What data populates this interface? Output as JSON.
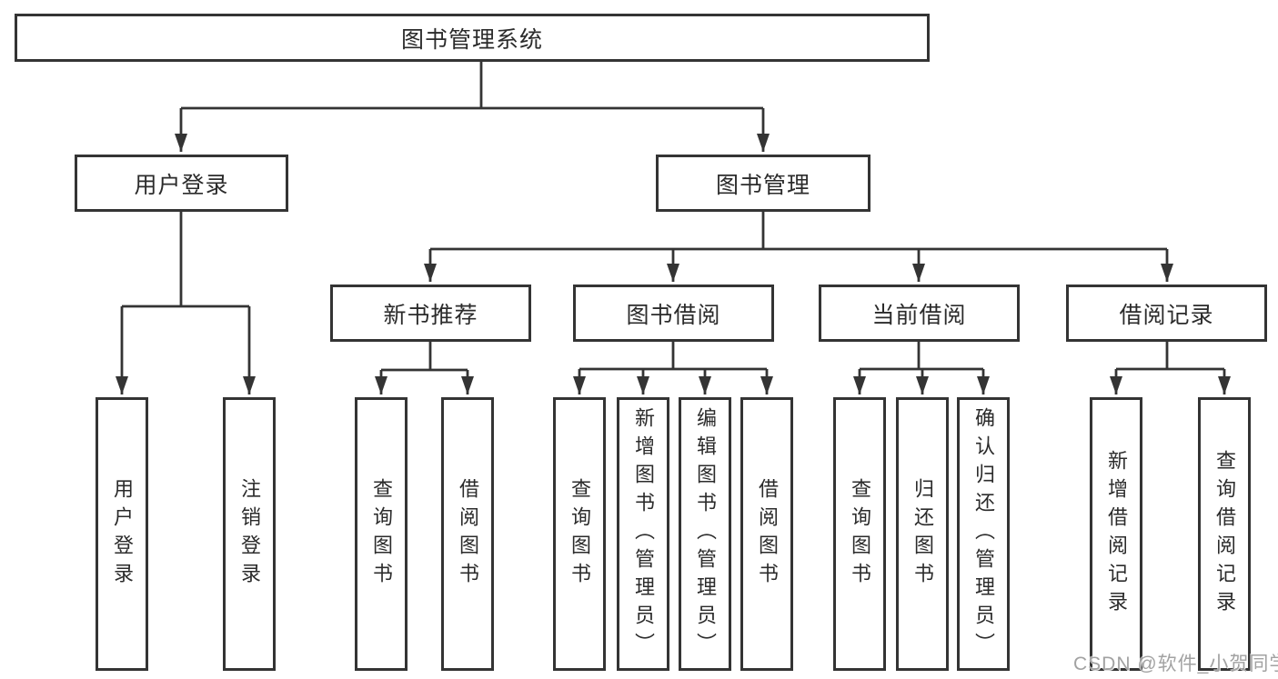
{
  "title_node": "图书管理系统",
  "level2": [
    {
      "label": "用户登录",
      "children": [
        {
          "label": "用户登录"
        },
        {
          "label": "注销登录"
        }
      ]
    },
    {
      "label": "图书管理",
      "children": [
        {
          "label": "新书推荐",
          "children": [
            {
              "label": "查询图书"
            },
            {
              "label": "借阅图书"
            }
          ]
        },
        {
          "label": "图书借阅",
          "children": [
            {
              "label": "查询图书"
            },
            {
              "label": "新增图书（管理员）"
            },
            {
              "label": "编辑图书（管理员）"
            },
            {
              "label": "借阅图书"
            }
          ]
        },
        {
          "label": "当前借阅",
          "children": [
            {
              "label": "查询图书"
            },
            {
              "label": "归还图书"
            },
            {
              "label": "确认归还（管理员）"
            }
          ]
        },
        {
          "label": "借阅记录",
          "children": [
            {
              "label": "新增借阅记录"
            },
            {
              "label": "查询借阅记录"
            }
          ]
        }
      ]
    }
  ],
  "watermark": "CSDN @软件_小贺同学",
  "colors": {
    "line": "#343434",
    "text": "#2b2b2b",
    "watermark": "#a2a2a2",
    "background": "#ffffff"
  }
}
